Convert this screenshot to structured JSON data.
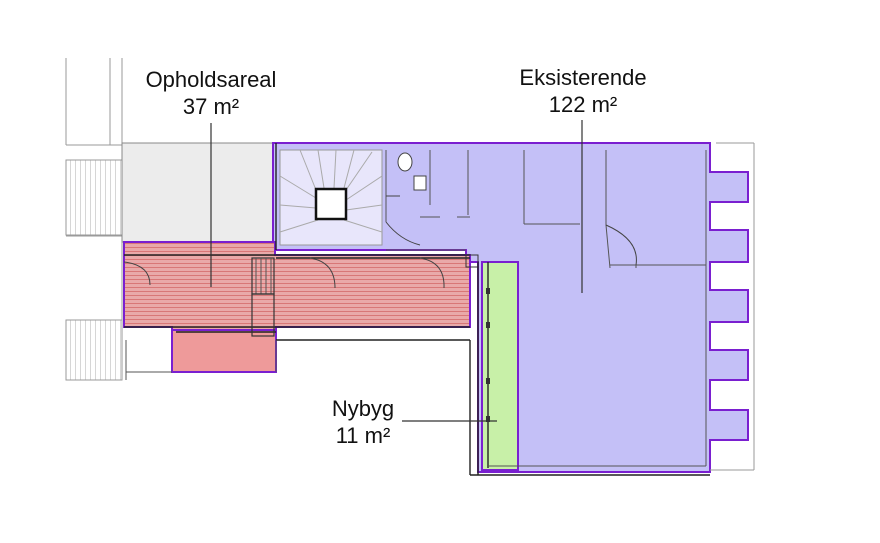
{
  "areas": [
    {
      "id": "opholdsareal",
      "name": "Opholdsareal",
      "size": "37 m²",
      "color": "#e88f8f"
    },
    {
      "id": "eksisterende",
      "name": "Eksisterende",
      "size": "122 m²",
      "color": "#c4c0f7"
    },
    {
      "id": "nybyg",
      "name": "Nybyg",
      "size": "11 m²",
      "color": "#c8f0a8"
    }
  ],
  "colors": {
    "outline": "#7a1fd0",
    "pink_hatch": "#d96d6d",
    "background_block": "#ececec"
  }
}
